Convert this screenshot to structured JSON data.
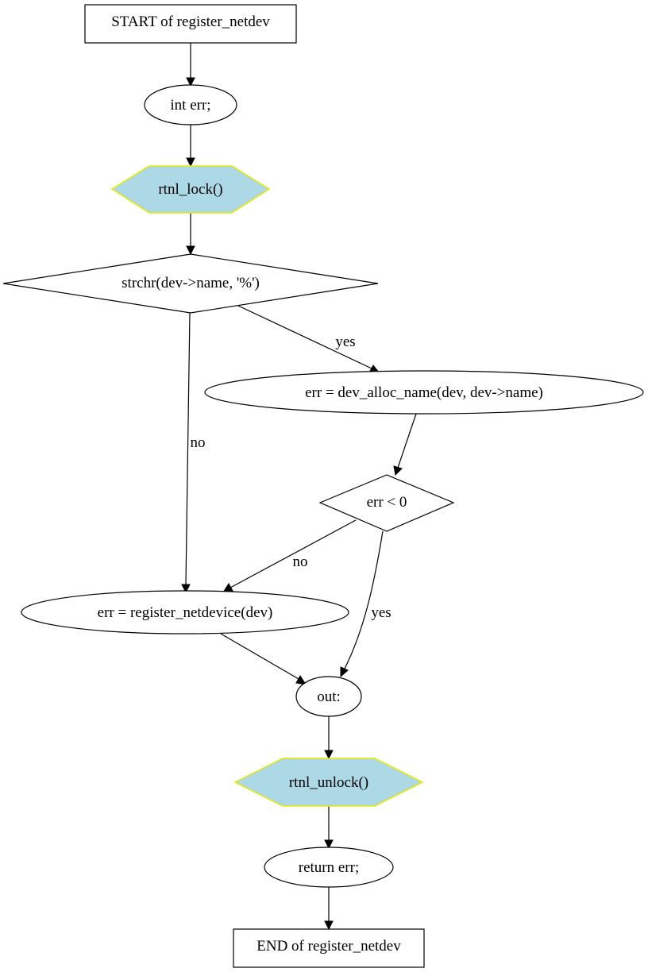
{
  "nodes": {
    "start": "START of register_netdev",
    "decl": "int err;",
    "lock": "rtnl_lock()",
    "cond_name": "strchr(dev->name, '%')",
    "alloc": "err = dev_alloc_name(dev, dev->name)",
    "cond_err": "err < 0",
    "register": "err = register_netdevice(dev)",
    "out": "out:",
    "unlock": "rtnl_unlock()",
    "ret": "return err;",
    "end": "END of register_netdev"
  },
  "edges": {
    "cond_name_yes": "yes",
    "cond_name_no": "no",
    "cond_err_no": "no",
    "cond_err_yes": "yes"
  },
  "colors": {
    "lock_fill": "#add8e6",
    "lock_border": "#e8e800",
    "line": "#000000"
  }
}
